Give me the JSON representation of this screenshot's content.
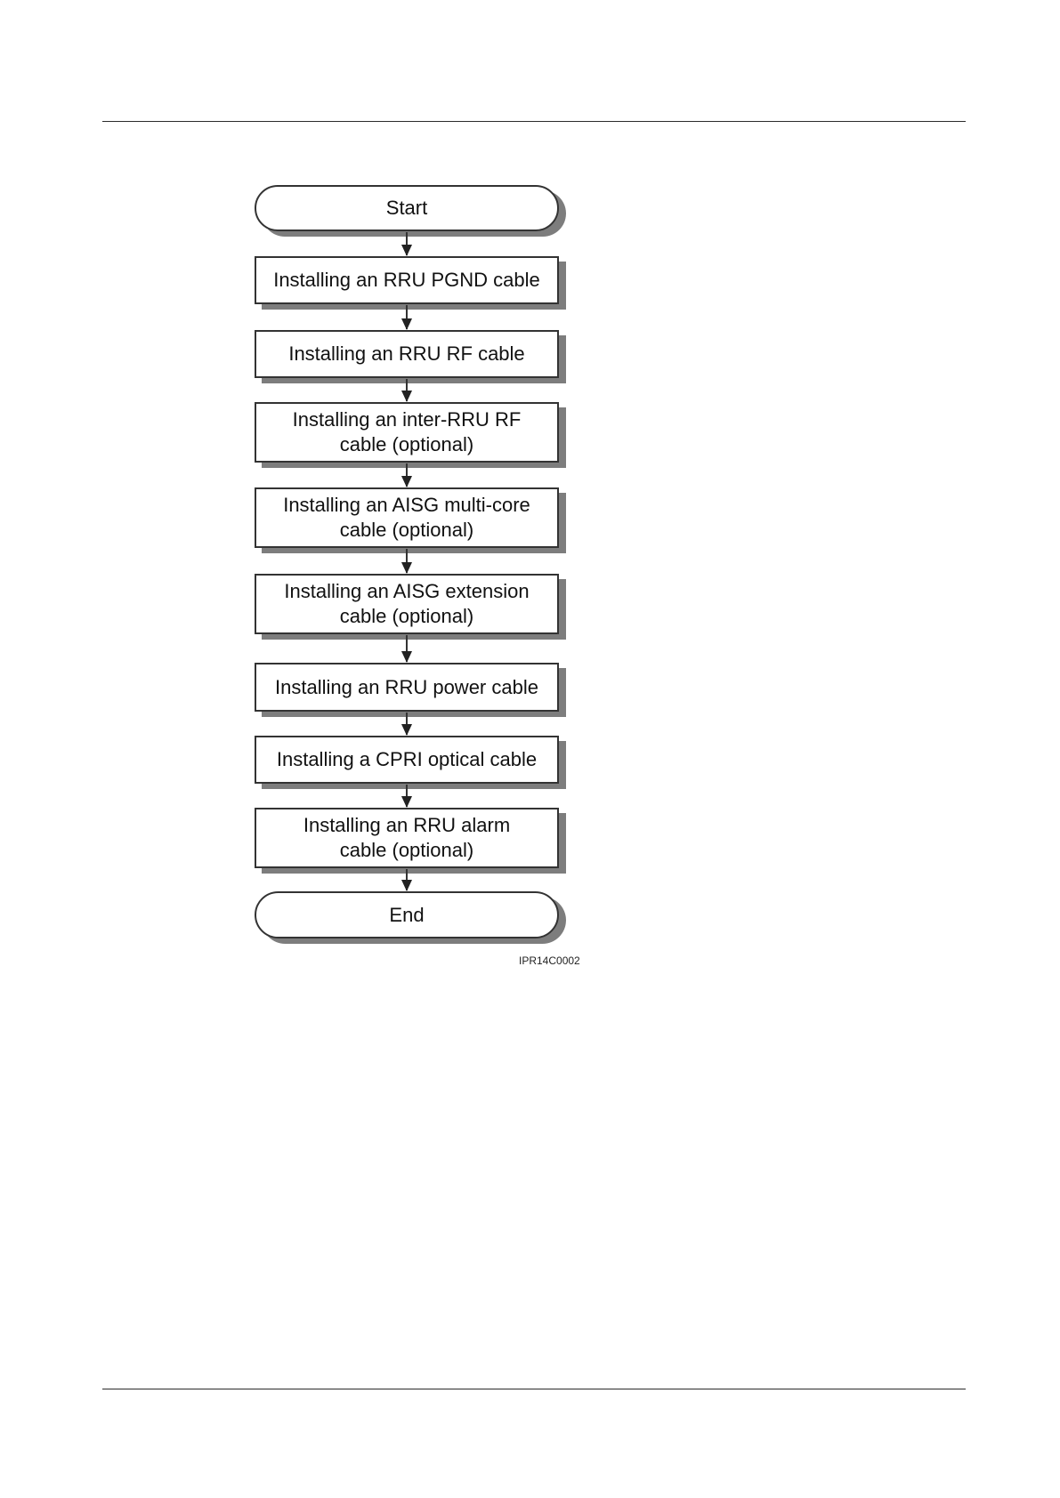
{
  "flowchart": {
    "start": "Start",
    "steps": [
      "Installing an RRU PGND cable",
      "Installing an RRU RF cable",
      "Installing an inter-RRU RF\ncable (optional)",
      "Installing an AISG multi-core\ncable (optional)",
      "Installing an AISG extension\ncable (optional)",
      "Installing an RRU power cable",
      "Installing a CPRI optical cable",
      "Installing an RRU alarm\ncable (optional)"
    ],
    "end": "End"
  },
  "figure_id": "IPR14C0002",
  "colors": {
    "line": "#333333",
    "shadow": "#7d7d7d",
    "background": "#ffffff"
  }
}
